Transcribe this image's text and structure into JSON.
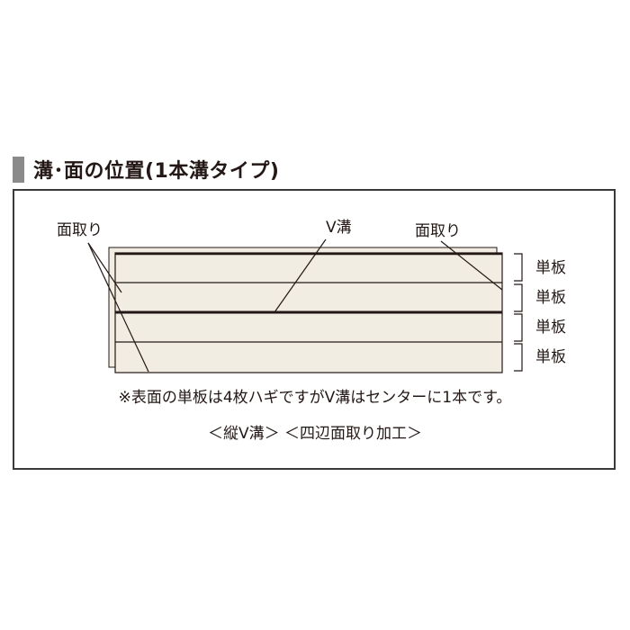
{
  "heading": {
    "title": "溝･面の位置(1本溝タイプ)"
  },
  "diagram": {
    "labels": {
      "chamfer_left": "面取り",
      "v_groove": "V溝",
      "chamfer_right": "面取り"
    },
    "veneer_labels": [
      "単板",
      "単板",
      "単板",
      "単板"
    ]
  },
  "notes": {
    "footnote": "※表面の単板は4枚ハギですがV溝はセンターに1本です。",
    "caption": "＜縦V溝＞ ＜四辺面取り加工＞"
  },
  "colors": {
    "board_fill": "#f1ede2",
    "line": "#231815",
    "heading_marker": "#8a8a8a"
  }
}
